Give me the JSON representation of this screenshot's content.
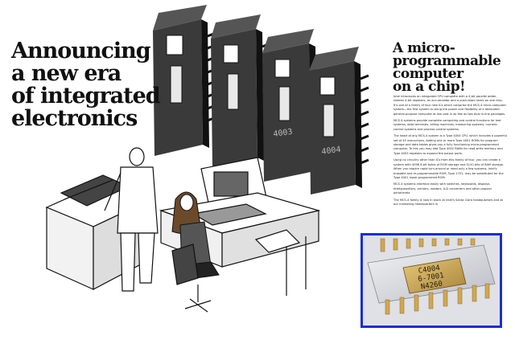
{
  "headline": {
    "lines": [
      "Announcing",
      "a new era",
      "of integrated",
      "electronics"
    ]
  },
  "subhead": {
    "lines": [
      "A micro-",
      "programmable",
      "computer",
      "on a chip!"
    ]
  },
  "body": {
    "paragraphs": [
      "Intel introduces an integrated CPU complete with a 4-bit parallel adder, sixteen 4-bit registers, an accumulator and a push-down stack on one chip. It's one of a family of four new ICs which comprise the MCS-4 micro computer system—the first system to bring the power and flexibility of a dedicated general-purpose computer at low cost in as few as two dual in-line packages.",
      "MCS-4 systems provide complete computing and control functions for test systems, data terminals, billing machines, measuring systems, numeric control systems and process control systems.",
      "The heart of any MCS-4 system is a Type 4004 CPU, which includes a powerful set of 45 instructions. Adding one or more Type 4001 ROMs for program storage and data tables gives you a fully functioning micro-programmed computer. To this you may add Type 4002 RAMs for read-write memory and Type 4003 registers to expand the output ports.",
      "Using no circuitry other than ICs from this family of four, you can create a system with 4096 8-bit bytes of ROM storage and 5120 bits of RAM storage. When you require rapid turn-around or need only a few systems, Intel's erasable and re-programmable ROM, Type 1701, may be substituted for the Type 4001 mask-programmed ROM.",
      "MCS-4 systems interface easily with switches, keyboards, displays, teletypewriters, printers, readers, A-D converters and other popular peripherals.",
      "The MCS-4 family is now in stock at Intel's Santa Clara headquarters and at our marketing headquarters in"
    ]
  },
  "illustration": {
    "chip_marks": [
      "4003",
      "4004"
    ]
  },
  "photo": {
    "chip_lines": [
      "C4004",
      "6-7001",
      "N4260"
    ],
    "border_color": "#1c2fd0"
  }
}
